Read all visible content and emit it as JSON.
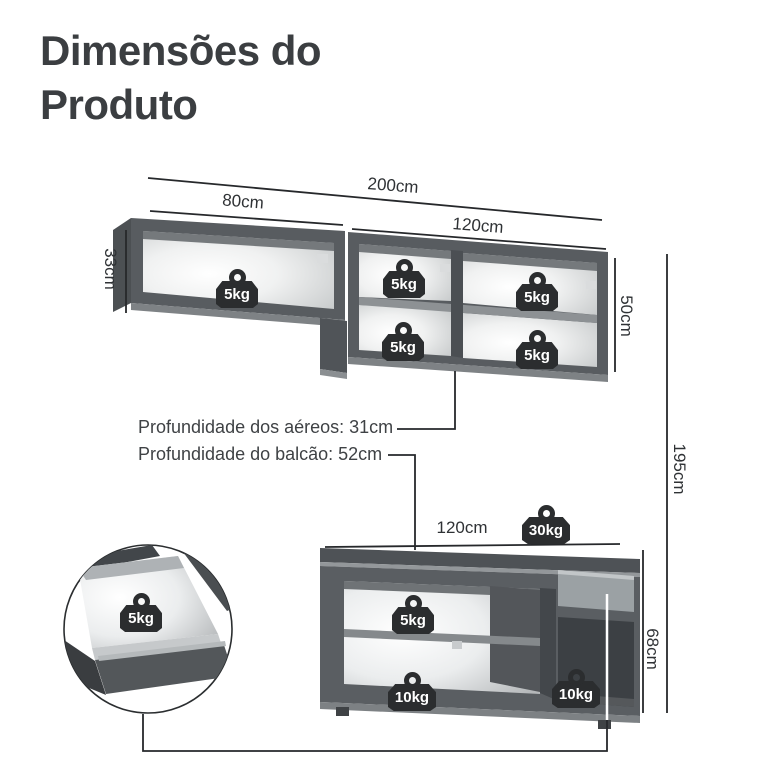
{
  "title": {
    "line1": "Dimensões do",
    "line2": "Produto"
  },
  "dimensions": {
    "upper_total_width": "200cm",
    "upper_left_width": "80cm",
    "upper_left_height": "33cm",
    "upper_right_width": "120cm",
    "upper_right_height": "50cm",
    "overall_height": "195cm",
    "counter_width": "120cm",
    "counter_height": "68cm"
  },
  "notes": {
    "upper_depth": "Profundidade dos aéreos: 31cm",
    "counter_depth": "Profundidade do balcão: 52cm"
  },
  "capacities": {
    "upper_left_cabinet": "5kg",
    "upper_right_top_left": "5kg",
    "upper_right_top_right": "5kg",
    "upper_right_bottom_left": "5kg",
    "upper_right_bottom_right": "5kg",
    "countertop": "30kg",
    "lower_upper_shelf": "5kg",
    "lower_bottom_shelf": "10kg",
    "lower_right_compartment": "10kg",
    "drawer": "5kg"
  },
  "colors": {
    "frame_dark": "#585c60",
    "interior_light": "#eceeee",
    "badge": "#2b2d2f",
    "line": "#26282b",
    "text": "#3b3e41"
  }
}
